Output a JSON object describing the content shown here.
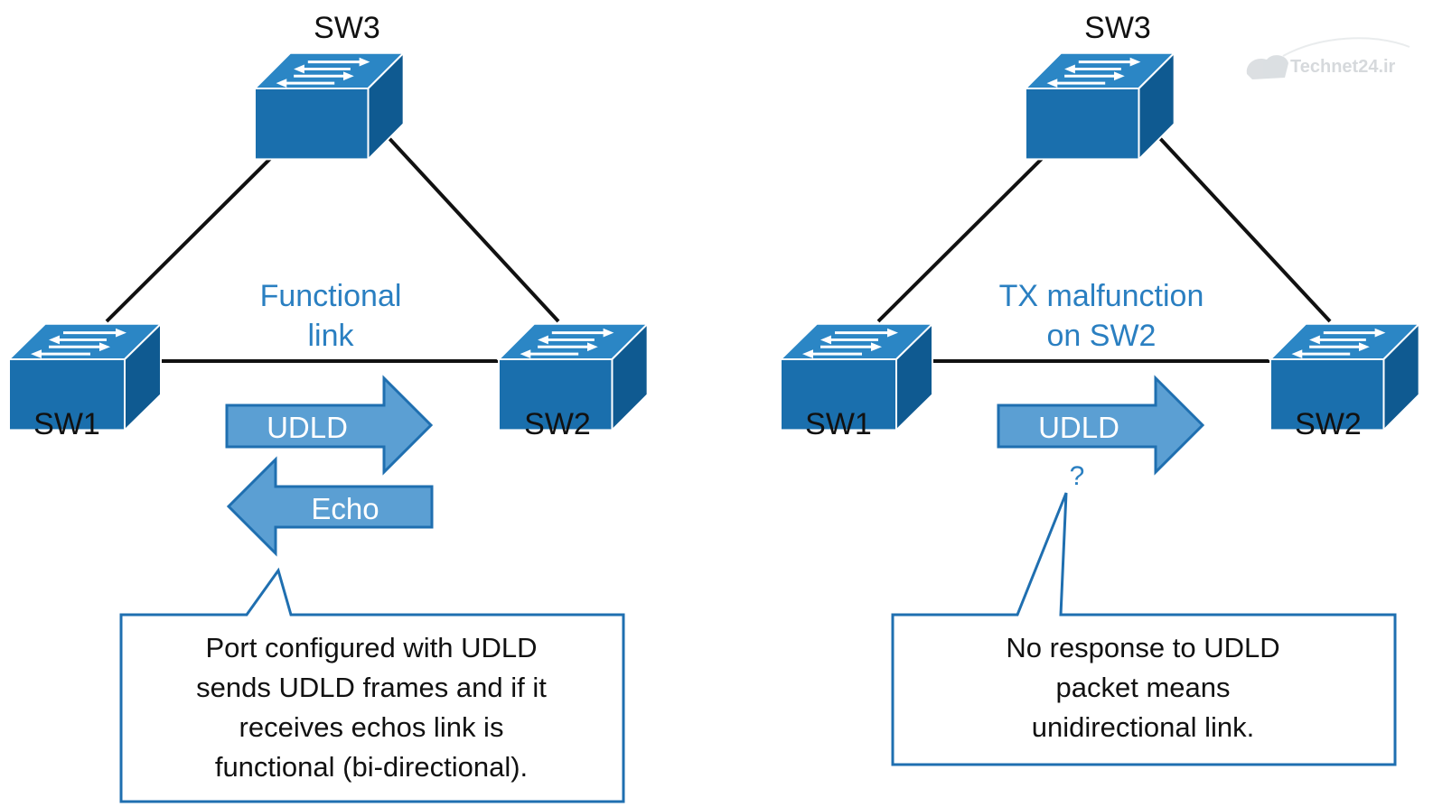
{
  "left_panel": {
    "switches": {
      "top": "SW3",
      "left": "SW1",
      "right": "SW2"
    },
    "link_label_line1": "Functional",
    "link_label_line2": "link",
    "arrow_forward_label": "UDLD",
    "arrow_back_label": "Echo",
    "callout_lines": [
      "Port configured with UDLD",
      "sends UDLD frames and if it",
      "receives echos link is",
      "functional (bi-directional)."
    ]
  },
  "right_panel": {
    "switches": {
      "top": "SW3",
      "left": "SW1",
      "right": "SW2"
    },
    "link_label_line1": "TX malfunction",
    "link_label_line2": "on SW2",
    "arrow_forward_label": "UDLD",
    "question_mark": "?",
    "callout_lines": [
      "No response to UDLD",
      "packet means",
      "unidirectional link."
    ]
  },
  "watermark": {
    "text": "Technet24.ir"
  },
  "colors": {
    "switch_front": "#1a6fad",
    "switch_top": "#2b86c5",
    "switch_side": "#0f5a91",
    "arrow_fill": "#5b9fd3",
    "arrow_stroke": "#1f6fb0",
    "accent_text": "#2a7fc1",
    "callout_border": "#1f6fb0",
    "link_line": "#111111"
  }
}
